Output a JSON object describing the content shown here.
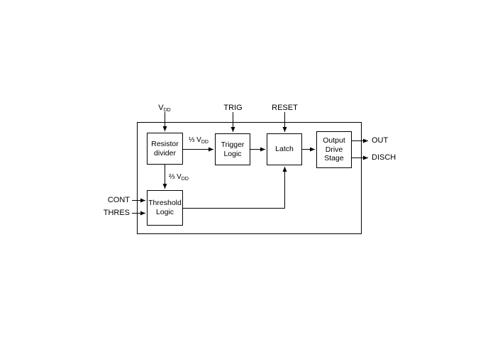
{
  "colors": {
    "line": "#000000",
    "background": "#ffffff",
    "text": "#000000"
  },
  "blocks": {
    "resistor_divider": "Resistor\ndivider",
    "trigger_logic": "Trigger\nLogic",
    "latch": "Latch",
    "output_drive": "Output\nDrive\nStage",
    "threshold_logic": "Threshold\nLogic"
  },
  "pins": {
    "vdd": {
      "base": "V",
      "sub": "DD"
    },
    "trig": "TRIG",
    "reset": "RESET",
    "out": "OUT",
    "disch": "DISCH",
    "cont": "CONT",
    "thres": "THRES"
  },
  "nets": {
    "one_third": {
      "base": "⅓ V",
      "sub": "DD"
    },
    "two_thirds": {
      "base": "⅔ V",
      "sub": "DD"
    }
  }
}
